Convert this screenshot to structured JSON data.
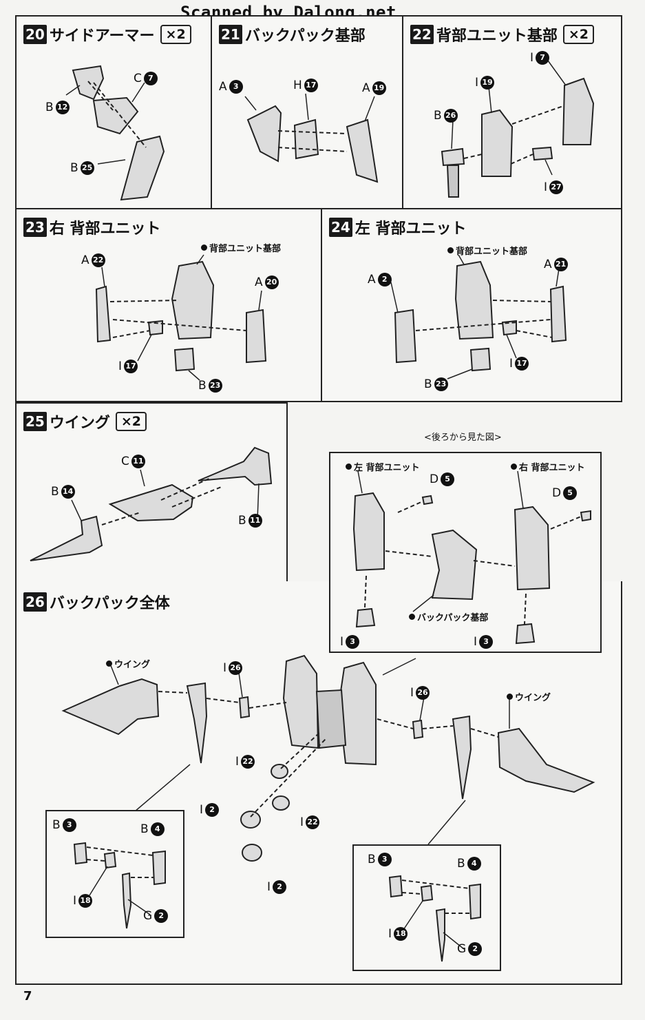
{
  "watermark": "Scanned by Dalong.net",
  "page_number": "7",
  "steps": {
    "s20": {
      "num": "20",
      "title": "サイドアーマー",
      "mult": "×2"
    },
    "s21": {
      "num": "21",
      "title": "バックパック基部"
    },
    "s22": {
      "num": "22",
      "title": "背部ユニット基部",
      "mult": "×2"
    },
    "s23": {
      "num": "23",
      "title": "右 背部ユニット"
    },
    "s24": {
      "num": "24",
      "title": "左 背部ユニット"
    },
    "s25": {
      "num": "25",
      "title": "ウイング",
      "mult": "×2"
    },
    "s26": {
      "num": "26",
      "title": "バックパック全体"
    }
  },
  "labels": {
    "p20": [
      {
        "r": "B",
        "n": "12"
      },
      {
        "r": "C",
        "n": "7"
      },
      {
        "r": "B",
        "n": "25"
      }
    ],
    "p21": [
      {
        "r": "A",
        "n": "3"
      },
      {
        "r": "H",
        "n": "17"
      },
      {
        "r": "A",
        "n": "19"
      }
    ],
    "p22": [
      {
        "r": "I",
        "n": "7"
      },
      {
        "r": "I",
        "n": "19"
      },
      {
        "r": "B",
        "n": "26"
      },
      {
        "r": "I",
        "n": "27"
      }
    ],
    "p23": [
      {
        "r": "A",
        "n": "22"
      },
      {
        "r": "A",
        "n": "20"
      },
      {
        "r": "I",
        "n": "17"
      },
      {
        "r": "B",
        "n": "23"
      }
    ],
    "p24": [
      {
        "r": "A",
        "n": "2"
      },
      {
        "r": "A",
        "n": "21"
      },
      {
        "r": "I",
        "n": "17"
      },
      {
        "r": "B",
        "n": "23"
      }
    ],
    "p25": [
      {
        "r": "C",
        "n": "11"
      },
      {
        "r": "B",
        "n": "14"
      },
      {
        "r": "B",
        "n": "11"
      }
    ],
    "p26": [
      {
        "r": "I",
        "n": "26"
      },
      {
        "r": "I",
        "n": "26"
      },
      {
        "r": "I",
        "n": "22"
      },
      {
        "r": "I",
        "n": "2"
      },
      {
        "r": "I",
        "n": "22"
      },
      {
        "r": "I",
        "n": "2"
      }
    ],
    "inset_back": [
      {
        "r": "D",
        "n": "5"
      },
      {
        "r": "D",
        "n": "5"
      },
      {
        "r": "I",
        "n": "3"
      },
      {
        "r": "I",
        "n": "3"
      }
    ],
    "inset_left": [
      {
        "r": "B",
        "n": "3"
      },
      {
        "r": "B",
        "n": "4"
      },
      {
        "r": "I",
        "n": "18"
      },
      {
        "r": "G",
        "n": "2"
      }
    ],
    "inset_right": [
      {
        "r": "B",
        "n": "3"
      },
      {
        "r": "B",
        "n": "4"
      },
      {
        "r": "I",
        "n": "18"
      },
      {
        "r": "G",
        "n": "2"
      }
    ]
  },
  "notes": {
    "back_base_23": "背部ユニット基部",
    "back_base_24": "背部ユニット基部",
    "rear_view": "<後ろから見た図>",
    "left_unit": "左 背部ユニット",
    "right_unit": "右 背部ユニット",
    "backpack_base": "バックパック基部",
    "wing_left": "ウイング",
    "wing_right": "ウイング"
  },
  "icons": [
    "dashed-arrow",
    "part-badge"
  ]
}
